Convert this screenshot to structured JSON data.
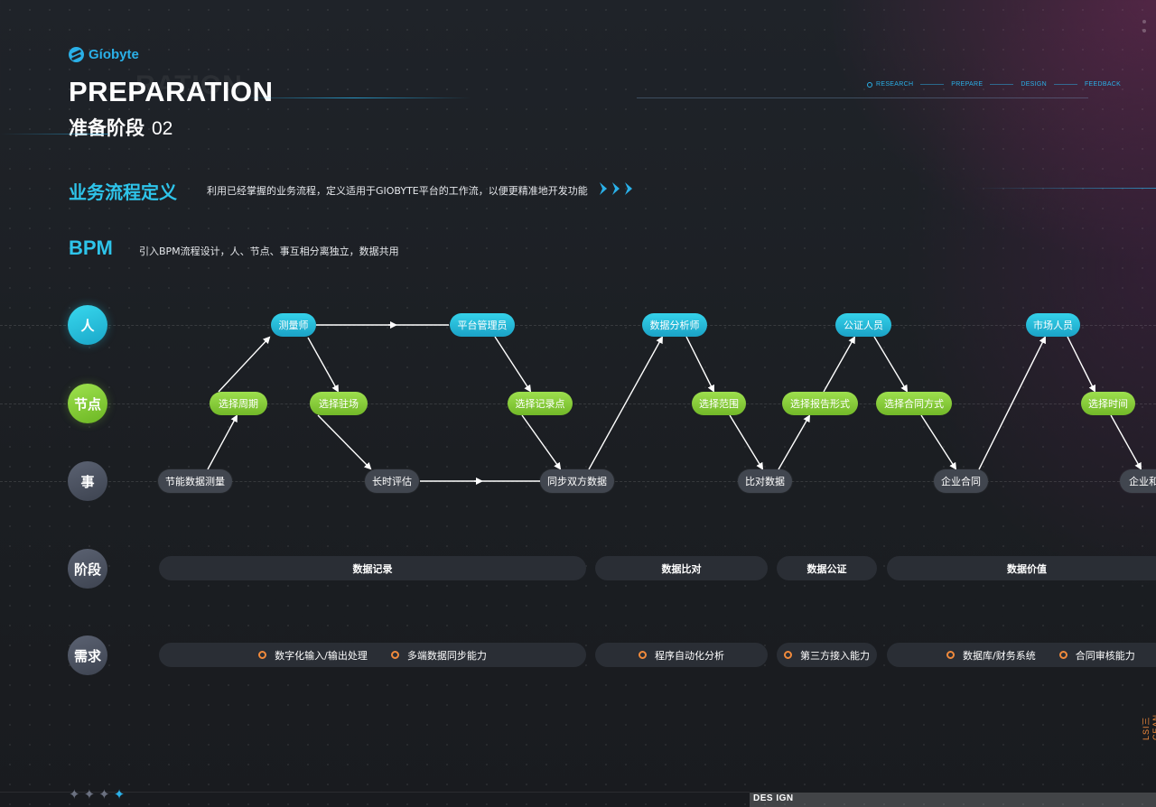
{
  "brand": {
    "logo_text": "Gíobyte",
    "logo_color": "#2ab0e8"
  },
  "header": {
    "ghost_text": "RATION",
    "title_en": "PREPARATION",
    "title_cn": "准备阶段",
    "title_num": "02",
    "steps": [
      "RESEARCH",
      "PREPARE",
      "DESIGN",
      "FEEDBACK"
    ]
  },
  "section": {
    "title": "业务流程定义",
    "desc": "利用已经掌握的业务流程，定义适用于GIOBYTE平台的工作流，以便更精准地开发功能"
  },
  "bpm": {
    "title": "BPM",
    "desc": "引入BPM流程设计，人、节点、事互相分离独立，数据共用"
  },
  "rows": {
    "person": "人",
    "node": "节点",
    "event": "事",
    "stage": "阶段",
    "demand": "需求"
  },
  "flow": {
    "persons": [
      "测量师",
      "平台管理员",
      "数据分析师",
      "公证人员",
      "市场人员"
    ],
    "nodes": [
      "选择周期",
      "选择驻场",
      "选择记录点",
      "选择范围",
      "选择报告形式",
      "选择合同方式",
      "选择时间"
    ],
    "events": [
      "节能数据测量",
      "长时评估",
      "同步双方数据",
      "比对数据",
      "企业合同",
      "企业和"
    ]
  },
  "stages": [
    "数据记录",
    "数据比对",
    "数据公证",
    "数据价值"
  ],
  "demands": {
    "group1": [
      "数字化输入/输出处理",
      "多端数据同步能力"
    ],
    "group2": [
      "程序自动化分析"
    ],
    "group3": [
      "第三方接入能力"
    ],
    "group4": [
      "数据库/财务系统",
      "合同审核能力"
    ]
  },
  "footer": {
    "label": "DES IGN",
    "side_text": "LSI三CEAN"
  },
  "colors": {
    "accent": "#2ec4ea",
    "green": "#8fd23f",
    "orange": "#f08a3c"
  }
}
